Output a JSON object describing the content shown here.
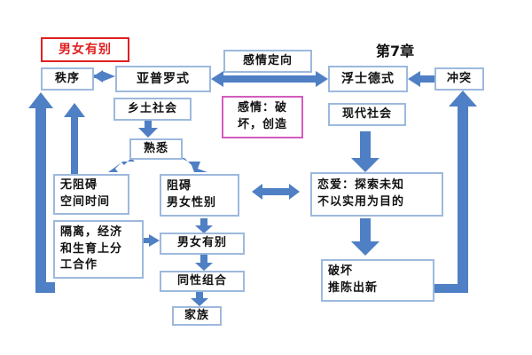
{
  "diagram": {
    "title_left": "男女有别",
    "chapter": "第7章",
    "nodes": {
      "order": "秩序",
      "apollonian": "亚普罗式",
      "emotion_direction": "感情定向",
      "faustian": "浮士德式",
      "conflict": "冲突",
      "rural_society": "乡土社会",
      "emotion_break": "感情：破\n坏，创造",
      "modern_society": "现代社会",
      "familiar": "熟悉",
      "no_barrier": "无阻碍\n空间时间",
      "barrier": "阻碍\n男女性别",
      "love": "恋爱：探索未知\n不以实用为目的",
      "isolation": "隔离，经济\n和生育上分\n工合作",
      "gender_distinction": "男女有别",
      "same_sex": "同性组合",
      "family": "家族",
      "destroy": "破坏\n推陈出新"
    }
  },
  "colors": {
    "box_border": "#9db9dd",
    "arrow": "#4f7fc4",
    "accent_red": "#e02020",
    "accent_pink": "#d45bbf"
  }
}
